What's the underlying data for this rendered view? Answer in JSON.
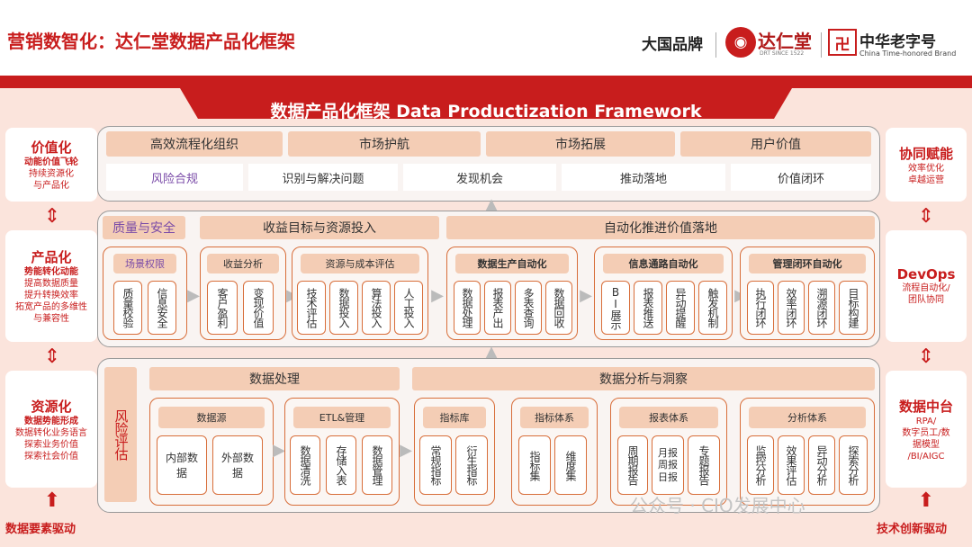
{
  "header": {
    "title": "营销数智化：达仁堂数据产品化框架",
    "brand1": "大国品牌",
    "brand2": "达仁堂",
    "brand2_sub": "DRT SINCE 1522",
    "brand3": "中华老字号",
    "brand3_sub": "China Time-honored Brand"
  },
  "banner": {
    "title": "数据产品化框架 Data Productization  Framework"
  },
  "left": [
    {
      "title": "价值化",
      "sub": "动能价值飞轮",
      "lines": [
        "持续资源化",
        "与产品化"
      ]
    },
    {
      "title": "产品化",
      "sub": "势能转化动能",
      "lines": [
        "提高数据质量",
        "提升转换效率",
        "拓宽产品的多维性",
        "与兼容性"
      ]
    },
    {
      "title": "资源化",
      "sub": "数据势能形成",
      "lines": [
        "数据转化业务语言",
        "探索业务价值",
        "探索社会价值"
      ]
    }
  ],
  "right": [
    {
      "title": "协同赋能",
      "lines": [
        "效率优化",
        "卓越运营"
      ]
    },
    {
      "title": "DevOps",
      "lines": [
        "流程自动化/",
        "团队协同"
      ]
    },
    {
      "title": "数据中台",
      "lines": [
        "RPA/",
        "数字员工/数",
        "据模型",
        "/BI/AIGC"
      ]
    }
  ],
  "footer": {
    "left": "数据要素驱动",
    "right": "技术创新驱动"
  },
  "top": {
    "heads": [
      "高效流程化组织",
      "市场护航",
      "市场拓展",
      "用户价值"
    ],
    "items": [
      "风险合规",
      "识别与解决问题",
      "发现机会",
      "推动落地",
      "价值闭环"
    ]
  },
  "mid": {
    "qa": "质量与安全",
    "h1": "收益目标与资源投入",
    "h2": "自动化推进价值落地",
    "groups": [
      {
        "title": "场景权限",
        "cells": [
          "质量校验",
          "信息安全"
        ]
      },
      {
        "title": "收益分析",
        "cells": [
          "客户盈利",
          "变现价值"
        ]
      },
      {
        "title": "资源与成本评估",
        "cells": [
          "技术评估",
          "数据投入",
          "算法投入",
          "人工投入"
        ]
      },
      {
        "title": "数据生产自动化",
        "cells": [
          "数据处理",
          "报表产出",
          "多表查询",
          "数据回收"
        ]
      },
      {
        "title": "信息通路自动化",
        "cells": [
          "BI展示",
          "报表推送",
          "异动提醒",
          "触发机制"
        ]
      },
      {
        "title": "管理闭环自动化",
        "cells": [
          "执行闭环",
          "效率闭环",
          "溯源闭环",
          "目标构建"
        ]
      }
    ]
  },
  "bot": {
    "risk": "风险评估",
    "h1": "数据处理",
    "h2": "数据分析与洞察",
    "groups": [
      {
        "title": "数据源",
        "cells": [
          "内部数据",
          "外部数据"
        ]
      },
      {
        "title": "ETL&管理",
        "cells": [
          "数据清洗",
          "存储入表",
          "数据管理"
        ]
      },
      {
        "title": "指标库",
        "cells": [
          "常规指标",
          "衍生指标"
        ]
      },
      {
        "title": "指标体系",
        "cells": [
          "指标集",
          "维度集"
        ]
      },
      {
        "title": "报表体系",
        "cells": [
          "周期报告",
          "月报周报日报",
          "专题报告"
        ]
      },
      {
        "title": "分析体系",
        "cells": [
          "监控分析",
          "效果评估",
          "异动分析",
          "探索分析"
        ]
      }
    ]
  },
  "watermark": "公众号 · CIO发展中心",
  "colors": {
    "accent": "#c81d1d",
    "box": "#f4cdb5",
    "border": "#d86e3a",
    "bg": "#fbe4dc"
  }
}
